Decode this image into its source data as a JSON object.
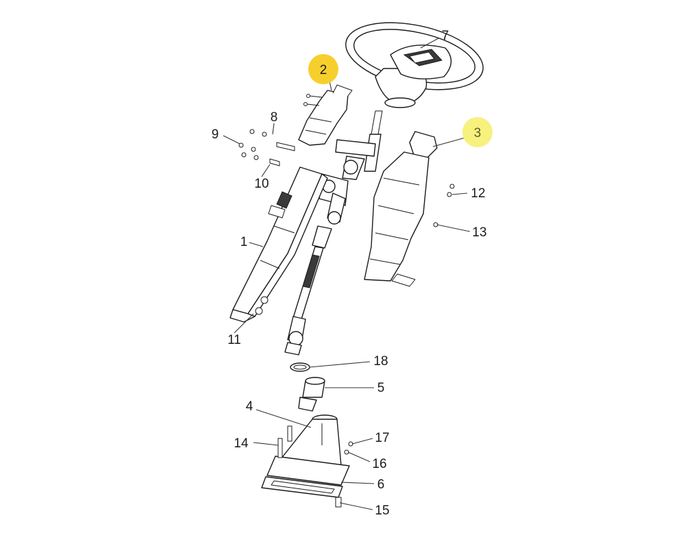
{
  "callouts": [
    {
      "id": "1",
      "label": "1"
    },
    {
      "id": "2",
      "label": "2",
      "highlight": "#f7cf2c"
    },
    {
      "id": "3",
      "label": "3",
      "highlight": "#f7f17e"
    },
    {
      "id": "4",
      "label": "4"
    },
    {
      "id": "5",
      "label": "5"
    },
    {
      "id": "6",
      "label": "6"
    },
    {
      "id": "7",
      "label": "7"
    },
    {
      "id": "8",
      "label": "8"
    },
    {
      "id": "9",
      "label": "9"
    },
    {
      "id": "10",
      "label": "10"
    },
    {
      "id": "11",
      "label": "11"
    },
    {
      "id": "12",
      "label": "12"
    },
    {
      "id": "13",
      "label": "13"
    },
    {
      "id": "14",
      "label": "14"
    },
    {
      "id": "15",
      "label": "15"
    },
    {
      "id": "16",
      "label": "16"
    },
    {
      "id": "17",
      "label": "17"
    },
    {
      "id": "18",
      "label": "18"
    }
  ],
  "colors": {
    "highlight_strong": "#f7cf2c",
    "highlight_light": "#f7f17e",
    "line": "#1a1a1a",
    "background": "#ffffff"
  }
}
